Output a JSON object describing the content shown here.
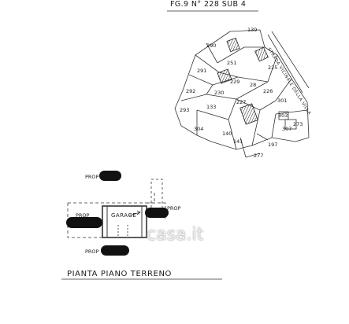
{
  "header": {
    "title": "FG.9  N° 228  SUB 4"
  },
  "map": {
    "parcels": [
      "139",
      "290",
      "251",
      "225",
      "291",
      "229",
      "28",
      "226",
      "292",
      "230",
      "227",
      "301",
      "133",
      "293",
      "303",
      "273",
      "304",
      "140",
      "141",
      "307",
      "197",
      "277"
    ],
    "road_label": "STRADA VICINALE DELLA VILLA"
  },
  "plan": {
    "prop_labels": [
      "PROP",
      "PROP",
      "PROP",
      "PROP"
    ],
    "garage_label": "GARAGE",
    "watermark": "casa.it"
  },
  "footer": {
    "caption": "PIANTA PIANO TERRENO"
  },
  "colors": {
    "ink": "#1a1a1a",
    "redaction": "#111111"
  }
}
